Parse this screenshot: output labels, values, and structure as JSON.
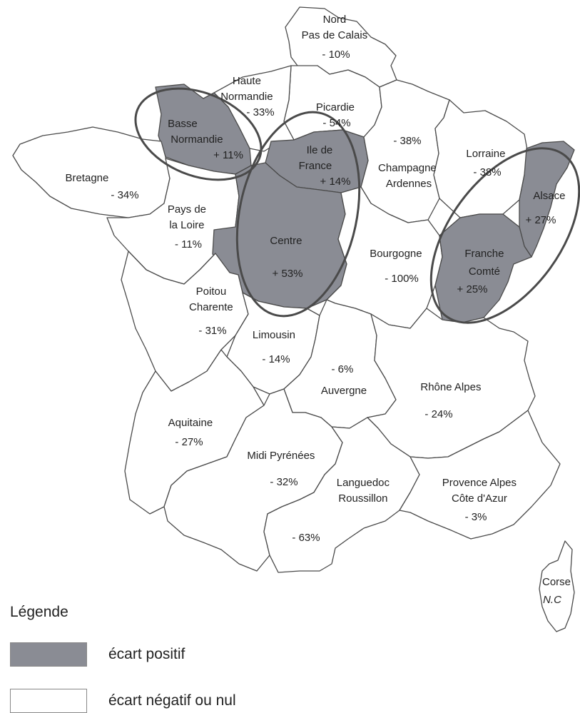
{
  "colors": {
    "positive": "#8a8c94",
    "negative": "#ffffff",
    "border": "#4a4a4a"
  },
  "regions": [
    {
      "id": "nord",
      "name": "Nord\nPas de Calais",
      "value": "- 10%",
      "positive": false
    },
    {
      "id": "hautenormandie",
      "name": "Haute\nNormandie",
      "value": "- 33%",
      "positive": false
    },
    {
      "id": "picardie",
      "name": "Picardie",
      "value": "- 54%",
      "positive": false
    },
    {
      "id": "bassenormandie",
      "name": "Basse\nNormandie",
      "value": "+ 11%",
      "positive": true
    },
    {
      "id": "bretagne",
      "name": "Bretagne",
      "value": "- 34%",
      "positive": false
    },
    {
      "id": "iledefrance",
      "name": "Ile de\nFrance",
      "value": "+ 14%",
      "positive": true
    },
    {
      "id": "champagne",
      "name": "Champagne\nArdennes",
      "value": "- 38%",
      "positive": false
    },
    {
      "id": "lorraine",
      "name": "Lorraine",
      "value": "- 38%",
      "positive": false
    },
    {
      "id": "alsace",
      "name": "Alsace",
      "value": "+ 27%",
      "positive": true
    },
    {
      "id": "paysdelaloire",
      "name": "Pays de\nla Loire",
      "value": "- 11%",
      "positive": false
    },
    {
      "id": "centre",
      "name": "Centre",
      "value": "+ 53%",
      "positive": true
    },
    {
      "id": "bourgogne",
      "name": "Bourgogne",
      "value": "- 100%",
      "positive": false
    },
    {
      "id": "franchecomte",
      "name": "Franche\nComté",
      "value": "+ 25%",
      "positive": true
    },
    {
      "id": "poitou",
      "name": "Poitou\nCharente",
      "value": "- 31%",
      "positive": false
    },
    {
      "id": "limousin",
      "name": "Limousin",
      "value": "- 14%",
      "positive": false
    },
    {
      "id": "auvergne",
      "name": "Auvergne",
      "value": "- 6%",
      "positive": false
    },
    {
      "id": "rhonealpes",
      "name": "Rhône Alpes",
      "value": "- 24%",
      "positive": false
    },
    {
      "id": "aquitaine",
      "name": "Aquitaine",
      "value": "- 27%",
      "positive": false
    },
    {
      "id": "midipyrenees",
      "name": "Midi Pyrénées",
      "value": "- 32%",
      "positive": false
    },
    {
      "id": "languedoc",
      "name": "Languedoc\nRoussillon",
      "value": "- 63%",
      "positive": false
    },
    {
      "id": "paca",
      "name": "Provence Alpes\nCôte d'Azur",
      "value": "- 3%",
      "positive": false
    },
    {
      "id": "corse",
      "name": "Corse",
      "value": "N.C",
      "positive": false
    }
  ],
  "legend": {
    "title": "Légende",
    "items": [
      {
        "label": "écart positif",
        "color": "#8a8c94"
      },
      {
        "label": "écart négatif ou nul",
        "color": "#ffffff"
      }
    ]
  }
}
